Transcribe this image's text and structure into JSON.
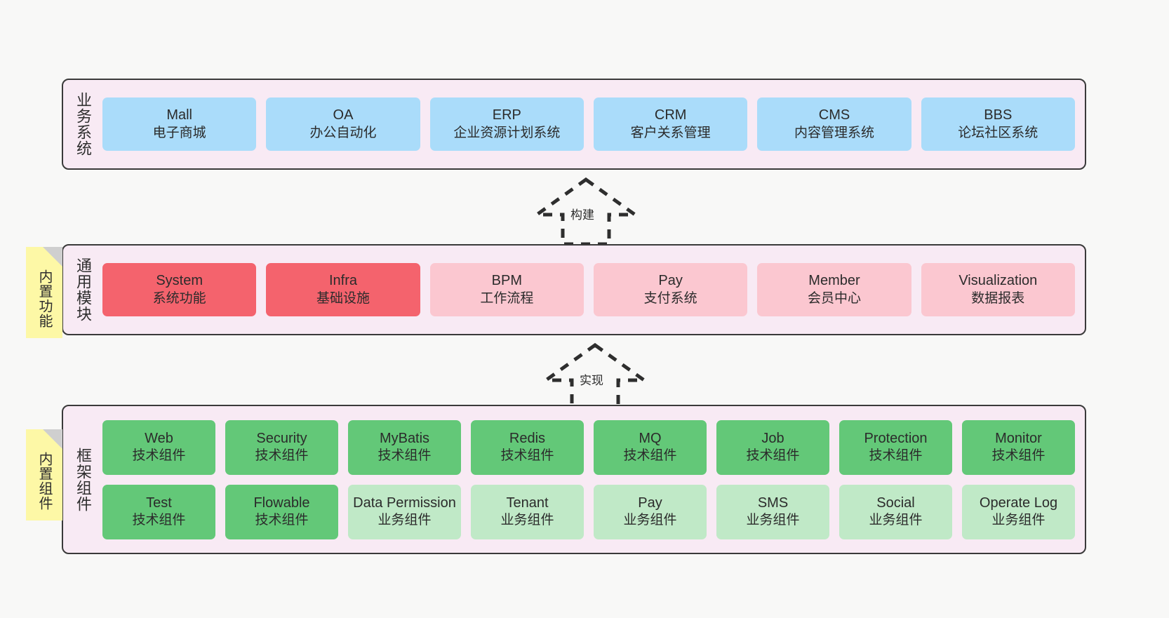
{
  "diagram": {
    "background_color": "#f8f8f7",
    "panel_bg_color": "#f8eaf4",
    "panel_border_color": "#3a3a3a"
  },
  "sticky_notes": [
    {
      "name": "built-in-functions",
      "text": "内置功能",
      "color": "#fdf8a6"
    },
    {
      "name": "built-in-components",
      "text": "内置组件",
      "color": "#fdf8a6"
    }
  ],
  "arrows": [
    {
      "name": "build-arrow",
      "label": "构建",
      "style": "dashed-hollow-up"
    },
    {
      "name": "implement-arrow",
      "label": "实现",
      "style": "dashed-hollow-up"
    }
  ],
  "panels": [
    {
      "id": "business",
      "label": "业务系统",
      "accent": "#aadcfa",
      "rows": [
        [
          {
            "en": "Mall",
            "cn": "电子商城",
            "color": "#aadcfa"
          },
          {
            "en": "OA",
            "cn": "办公自动化",
            "color": "#aadcfa"
          },
          {
            "en": "ERP",
            "cn": "企业资源计划系统",
            "color": "#aadcfa"
          },
          {
            "en": "CRM",
            "cn": "客户关系管理",
            "color": "#aadcfa"
          },
          {
            "en": "CMS",
            "cn": "内容管理系统",
            "color": "#aadcfa"
          },
          {
            "en": "BBS",
            "cn": "论坛社区系统",
            "color": "#aadcfa"
          }
        ]
      ]
    },
    {
      "id": "common",
      "label": "通用模块",
      "accent": "#f4636d",
      "rows": [
        [
          {
            "en": "System",
            "cn": "系统功能",
            "color": "#f4636d"
          },
          {
            "en": "Infra",
            "cn": "基础设施",
            "color": "#f4636d"
          },
          {
            "en": "BPM",
            "cn": "工作流程",
            "color": "#fbc7d0"
          },
          {
            "en": "Pay",
            "cn": "支付系统",
            "color": "#fbc7d0"
          },
          {
            "en": "Member",
            "cn": "会员中心",
            "color": "#fbc7d0"
          },
          {
            "en": "Visualization",
            "cn": "数据报表",
            "color": "#fbc7d0"
          }
        ]
      ]
    },
    {
      "id": "frame",
      "label": "框架组件",
      "accent": "#63c878",
      "rows": [
        [
          {
            "en": "Web",
            "cn": "技术组件",
            "color": "#63c878"
          },
          {
            "en": "Security",
            "cn": "技术组件",
            "color": "#63c878"
          },
          {
            "en": "MyBatis",
            "cn": "技术组件",
            "color": "#63c878"
          },
          {
            "en": "Redis",
            "cn": "技术组件",
            "color": "#63c878"
          },
          {
            "en": "MQ",
            "cn": "技术组件",
            "color": "#63c878"
          },
          {
            "en": "Job",
            "cn": "技术组件",
            "color": "#63c878"
          },
          {
            "en": "Protection",
            "cn": "技术组件",
            "color": "#63c878"
          },
          {
            "en": "Monitor",
            "cn": "技术组件",
            "color": "#63c878"
          }
        ],
        [
          {
            "en": "Test",
            "cn": "技术组件",
            "color": "#63c878"
          },
          {
            "en": "Flowable",
            "cn": "技术组件",
            "color": "#63c878"
          },
          {
            "en": "Data Permission",
            "cn": "业务组件",
            "color": "#c0e9c7"
          },
          {
            "en": "Tenant",
            "cn": "业务组件",
            "color": "#c0e9c7"
          },
          {
            "en": "Pay",
            "cn": "业务组件",
            "color": "#c0e9c7"
          },
          {
            "en": "SMS",
            "cn": "业务组件",
            "color": "#c0e9c7"
          },
          {
            "en": "Social",
            "cn": "业务组件",
            "color": "#c0e9c7"
          },
          {
            "en": "Operate Log",
            "cn": "业务组件",
            "color": "#c0e9c7"
          }
        ]
      ]
    }
  ]
}
